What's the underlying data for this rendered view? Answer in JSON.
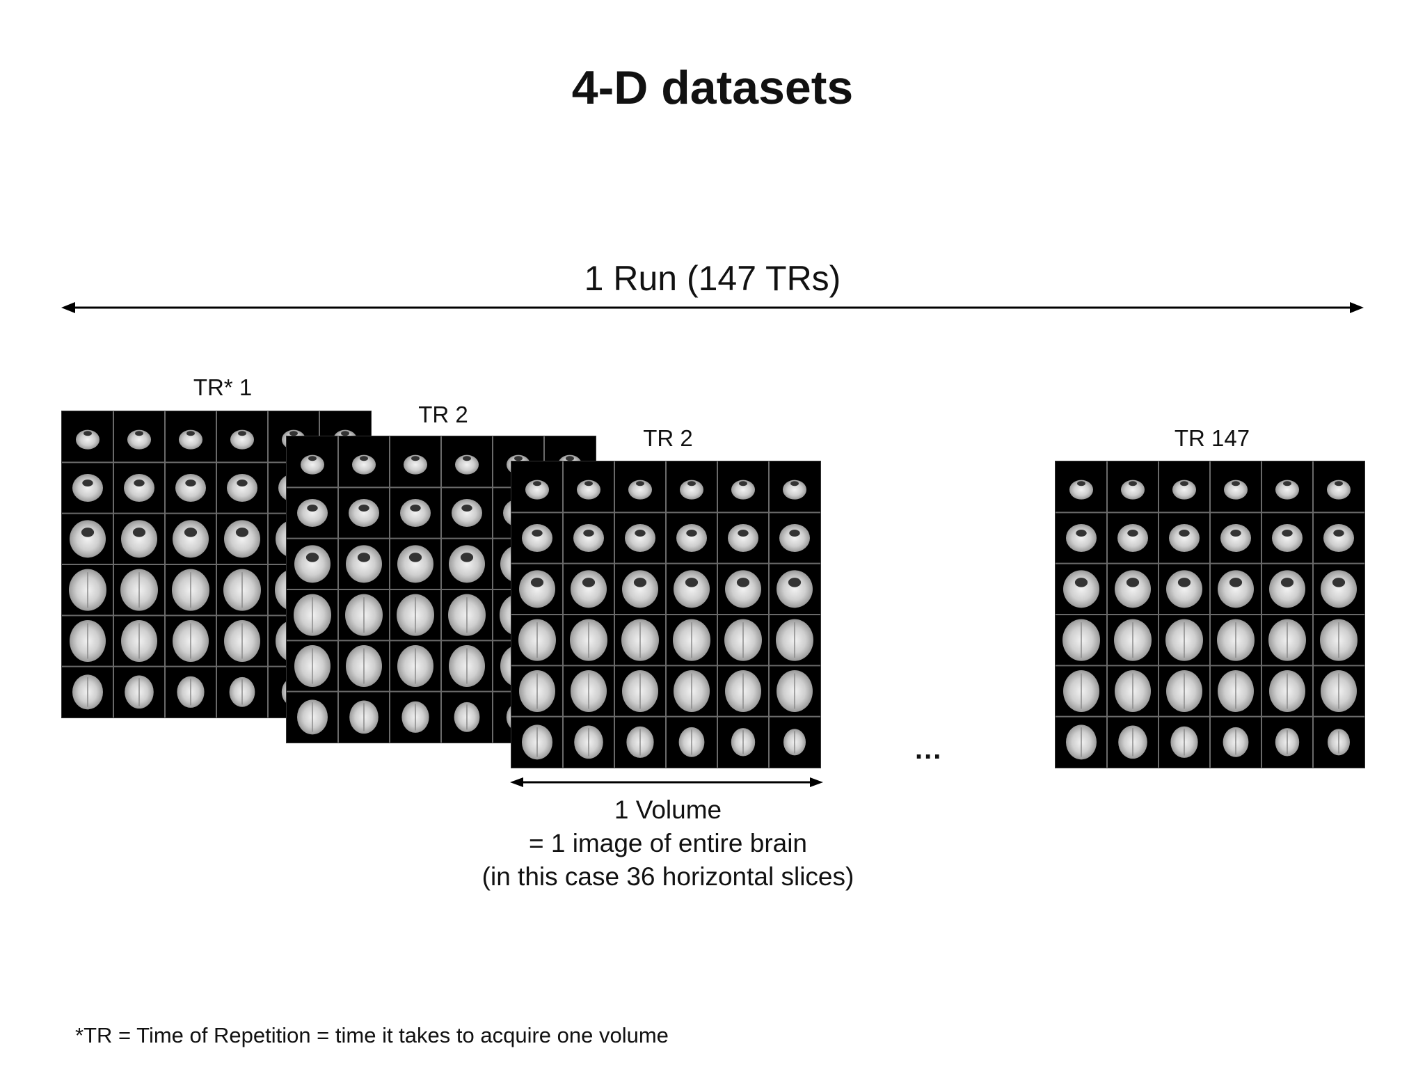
{
  "title": "4-D datasets",
  "run": {
    "label": "1 Run (147 TRs)"
  },
  "volumes": [
    {
      "label": "TR* 1"
    },
    {
      "label": "TR 2"
    },
    {
      "label": "TR 2"
    },
    {
      "label": "TR 147"
    }
  ],
  "ellipsis": "...",
  "volume_caption": {
    "line1": "1 Volume",
    "line2": "= 1 image of entire brain",
    "line3": "(in this case 36 horizontal slices)"
  },
  "footnote": "*TR = Time of Repetition = time it takes to acquire one volume",
  "colors": {
    "grid_bg": "#000000",
    "grid_line": "#6a6a6a",
    "tissue": "#d8d8d8"
  }
}
